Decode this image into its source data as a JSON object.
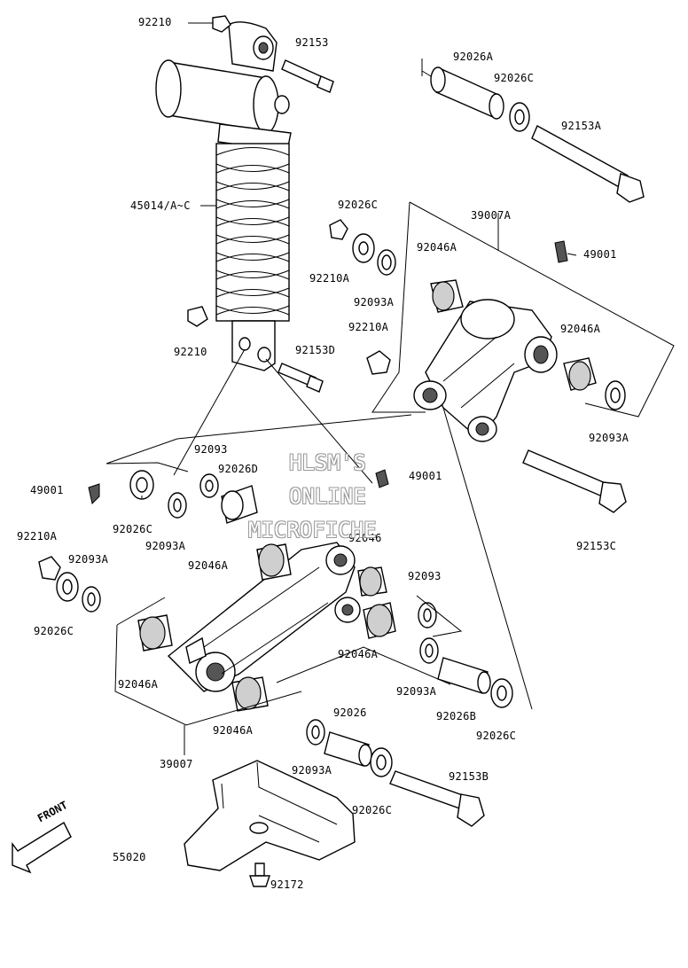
{
  "labels": {
    "l92210_top": "92210",
    "l92153": "92153",
    "l45014": "45014/A~C",
    "l92210_mid": "92210",
    "l92153D": "92153D",
    "l92026A": "92026A",
    "l92026C_top": "92026C",
    "l92153A": "92153A",
    "l92026C_mid": "92026C",
    "l92210A_mid": "92210A",
    "l92093A_mid": "92093A",
    "l39007A": "39007A",
    "l92046A_tr": "92046A",
    "l49001_r": "49001",
    "l92210A_r": "92210A",
    "l92046A_r2": "92046A",
    "l92093A_r": "92093A",
    "l92153C": "92153C",
    "l92093_c": "92093",
    "l92026D": "92026D",
    "l49001_c": "49001",
    "l49001_l": "49001",
    "l92026C_l": "92026C",
    "l92093A_l": "92093A",
    "l92046A_l": "92046A",
    "l92046_c": "92046",
    "l92093_r": "92093",
    "l92210A_l": "92210A",
    "l92093A_l2": "92093A",
    "l92026C_l2": "92026C",
    "l92046A_c2": "92046A",
    "l92046A_bl": "92046A",
    "l92093A_c3": "92093A",
    "l92026B": "92026B",
    "l92026C_r3": "92026C",
    "l92046A_b": "92046A",
    "l92026": "92026",
    "l39007": "39007",
    "l92093A_b": "92093A",
    "l92153B": "92153B",
    "l92026C_b": "92026C",
    "l55020": "55020",
    "l92172": "92172"
  },
  "watermark": {
    "line1": "HLSM'S",
    "line2": "ONLINE",
    "line3": "MICROFICHE"
  },
  "front_label": "FRONT"
}
